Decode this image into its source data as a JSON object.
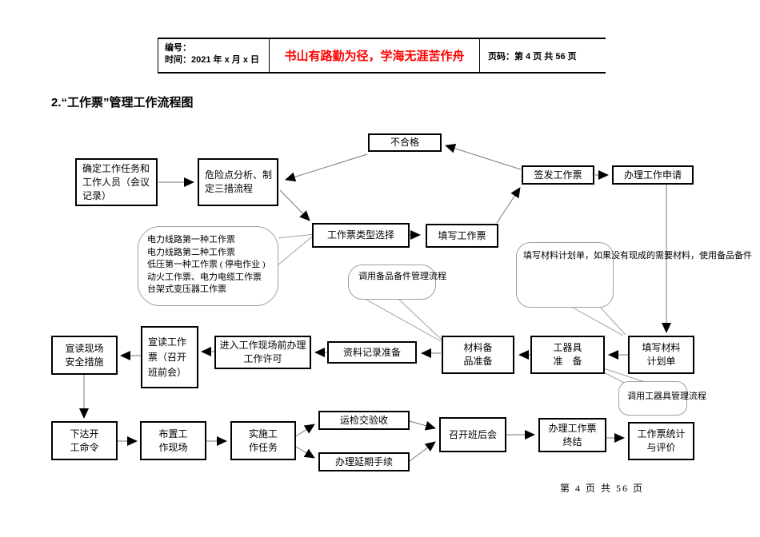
{
  "header": {
    "number_label": "编号：",
    "time_label": "时间：2021 年 x 月 x 日",
    "motto": "书山有路勤为径，学海无涯苦作舟",
    "motto_color": "#ff0000",
    "page_label": "页码：第 4 页  共 56 页"
  },
  "title": "2.“工作票”管理工作流程图",
  "nodes": {
    "unqualified": "不合格",
    "determine_task": "确定工作任务和\n工作人员（会议\n记录）",
    "risk_analysis": "危险点分析、制\n定三措流程",
    "issue_ticket": "签发工作票",
    "work_application": "办理工作申请",
    "ticket_type": "工作票类型选择",
    "fill_ticket": "填写工作票",
    "read_safety": "宣读现场\n安全措施",
    "read_ticket": "宣读工作\n票（召开\n班前会）",
    "work_permit": "进入工作现场前办理\n工作许可",
    "data_record": "资料记录准备",
    "material_prep": "材料备\n品准备",
    "tools_prep": "工器具\n准　备",
    "material_plan": "填写材料\n计划单",
    "start_order": "下达开\n工命令",
    "arrange_site": "布置工\n作现场",
    "implement_task": "实施工\n作任务",
    "inspection_acceptance": "运检交验收",
    "extension_procedure": "办理延期手续",
    "after_meeting": "召开班后会",
    "ticket_termination": "办理工作票\n终结",
    "ticket_statistics": "工作票统计\n与评价"
  },
  "callouts": {
    "ticket_types": "电力线路第一种工作票\n电力线路第二种工作票\n低压第一种工作票 ( 停电作业 )\n动火工作票、电力电缆工作票\n台架式变压器工作票",
    "spare_parts_note": "调用备品备件管理流程",
    "material_note": "填写材料计划单，如果没有现成的需要材料，使用备品备件",
    "tools_note": "调用工器具管理流程"
  },
  "footer": "第 4 页 共 56 页"
}
